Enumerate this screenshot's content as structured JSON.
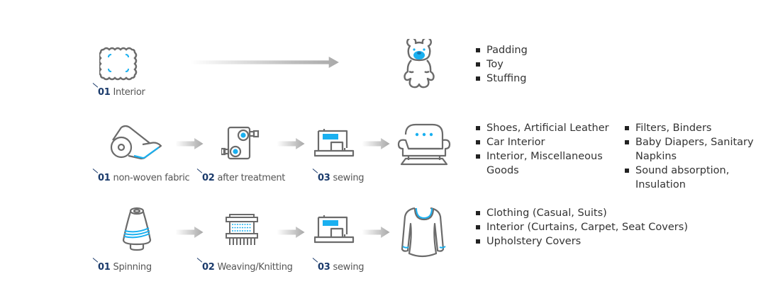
{
  "colors": {
    "accent": "#1ab0f0",
    "icon_stroke": "#6b6b6b",
    "label_num": "#1a3a6b",
    "arrow": "#b4b4b4"
  },
  "rows": [
    {
      "steps": [
        {
          "num": "01",
          "label": "Interior",
          "icon": "sponge-pad-icon"
        }
      ],
      "product_icon": "teddy-bear-icon",
      "uses": [
        [
          "Padding",
          "Toy",
          "Stuffing"
        ]
      ]
    },
    {
      "steps": [
        {
          "num": "01",
          "label": "non-woven fabric",
          "icon": "fabric-roll-icon"
        },
        {
          "num": "02",
          "label": "after treatment",
          "icon": "treatment-machine-icon"
        },
        {
          "num": "03",
          "label": "sewing",
          "icon": "sewing-machine-icon"
        }
      ],
      "product_icon": "sofa-icon",
      "uses": [
        [
          "Shoes, Artificial Leather",
          "Car Interior",
          "Interior, Miscellaneous Goods"
        ],
        [
          "Filters, Binders",
          "Baby Diapers, Sanitary Napkins",
          "Sound absorption, Insulation"
        ]
      ]
    },
    {
      "steps": [
        {
          "num": "01",
          "label": "Spinning",
          "icon": "yarn-spool-icon"
        },
        {
          "num": "02",
          "label": "Weaving/Knitting",
          "icon": "loom-icon"
        },
        {
          "num": "03",
          "label": "sewing",
          "icon": "sewing-machine-icon"
        }
      ],
      "product_icon": "garment-icon",
      "uses": [
        [
          "Clothing (Casual, Suits)",
          "Interior (Curtains, Carpet, Seat Covers)",
          "Upholstery Covers"
        ]
      ]
    }
  ]
}
